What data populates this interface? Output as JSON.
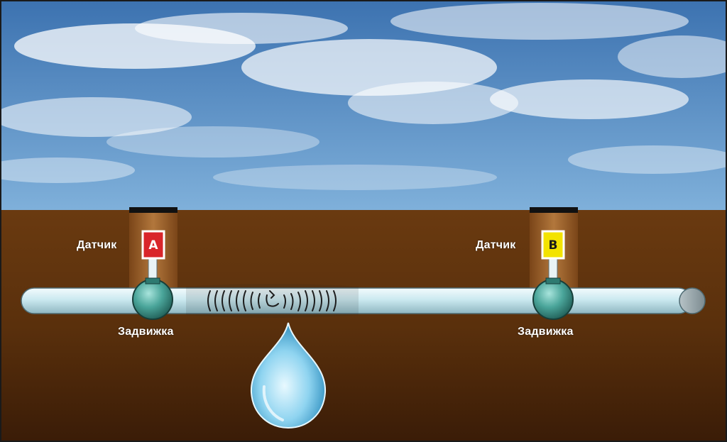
{
  "diagram": {
    "sensors": [
      {
        "id": "A",
        "label": "Датчик",
        "letter": "A",
        "color": "#d9252a",
        "letter_color": "#ffffff"
      },
      {
        "id": "B",
        "label": "Датчик",
        "letter": "B",
        "color": "#f3e300",
        "letter_color": "#1a1a1a"
      }
    ],
    "valves": [
      {
        "label": "Задвижка"
      },
      {
        "label": "Задвижка"
      }
    ],
    "colors": {
      "sky_top": "#3f78b6",
      "sky_bottom": "#7aa9d6",
      "soil_top": "#6a3a10",
      "soil_bottom": "#3c1e08",
      "pipe": "#c7e6ee",
      "valve": "#4aa59a",
      "water_drop": "#8fd4f0"
    }
  }
}
